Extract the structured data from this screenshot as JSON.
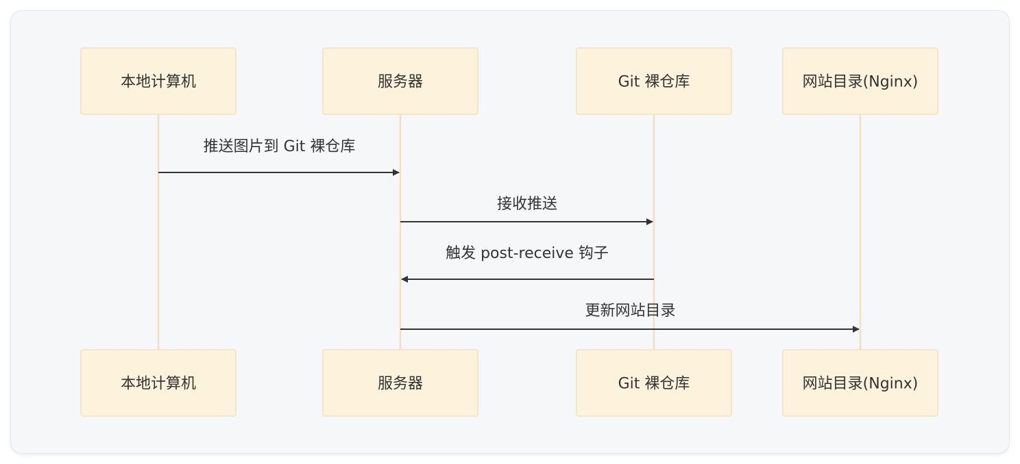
{
  "participants": [
    {
      "id": "local",
      "label": "本地计算机"
    },
    {
      "id": "server",
      "label": "服务器"
    },
    {
      "id": "repo",
      "label": "Git 裸仓库"
    },
    {
      "id": "web",
      "label": "网站目录(Nginx)"
    }
  ],
  "messages": [
    {
      "from": "local",
      "to": "server",
      "label": "推送图片到 Git 裸仓库"
    },
    {
      "from": "server",
      "to": "repo",
      "label": "接收推送"
    },
    {
      "from": "repo",
      "to": "server",
      "label": "触发 post-receive 钩子"
    },
    {
      "from": "server",
      "to": "web",
      "label": "更新网站目录"
    }
  ],
  "colors": {
    "participant_fill": "#fdf3dc",
    "participant_border": "#efe2bf",
    "lifeline": "#f0e0bc",
    "arrow": "#333333",
    "background": "#f6f7f9"
  }
}
